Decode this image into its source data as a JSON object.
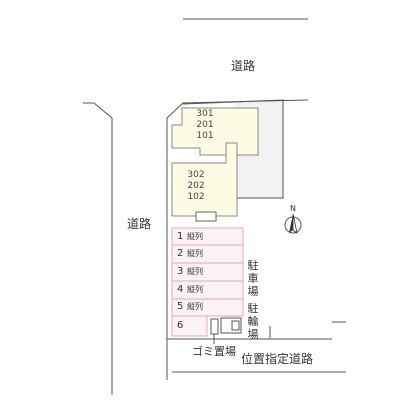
{
  "road_top": "道路",
  "road_left": "道路",
  "road_bottom": "位置指定道路",
  "building_a": {
    "units": [
      "301",
      "201",
      "101"
    ]
  },
  "building_b": {
    "units": [
      "302",
      "202",
      "102"
    ]
  },
  "parking": {
    "label": "駐車場",
    "slots": [
      {
        "number": "1",
        "type": "縦列"
      },
      {
        "number": "2",
        "type": "縦列"
      },
      {
        "number": "3",
        "type": "縦列"
      },
      {
        "number": "4",
        "type": "縦列"
      },
      {
        "number": "5",
        "type": "縦列"
      },
      {
        "number": "6",
        "type": ""
      }
    ]
  },
  "bicycle_parking": "駐輪場",
  "garbage_area": "ゴミ置場",
  "compass": {
    "label": "N"
  },
  "colors": {
    "building_fill": "#fdfbe3",
    "parking_fill": "#fdf2f5",
    "parking_border": "#e3a8b8",
    "grey_area": "#f2f2f2",
    "line": "#555555"
  }
}
